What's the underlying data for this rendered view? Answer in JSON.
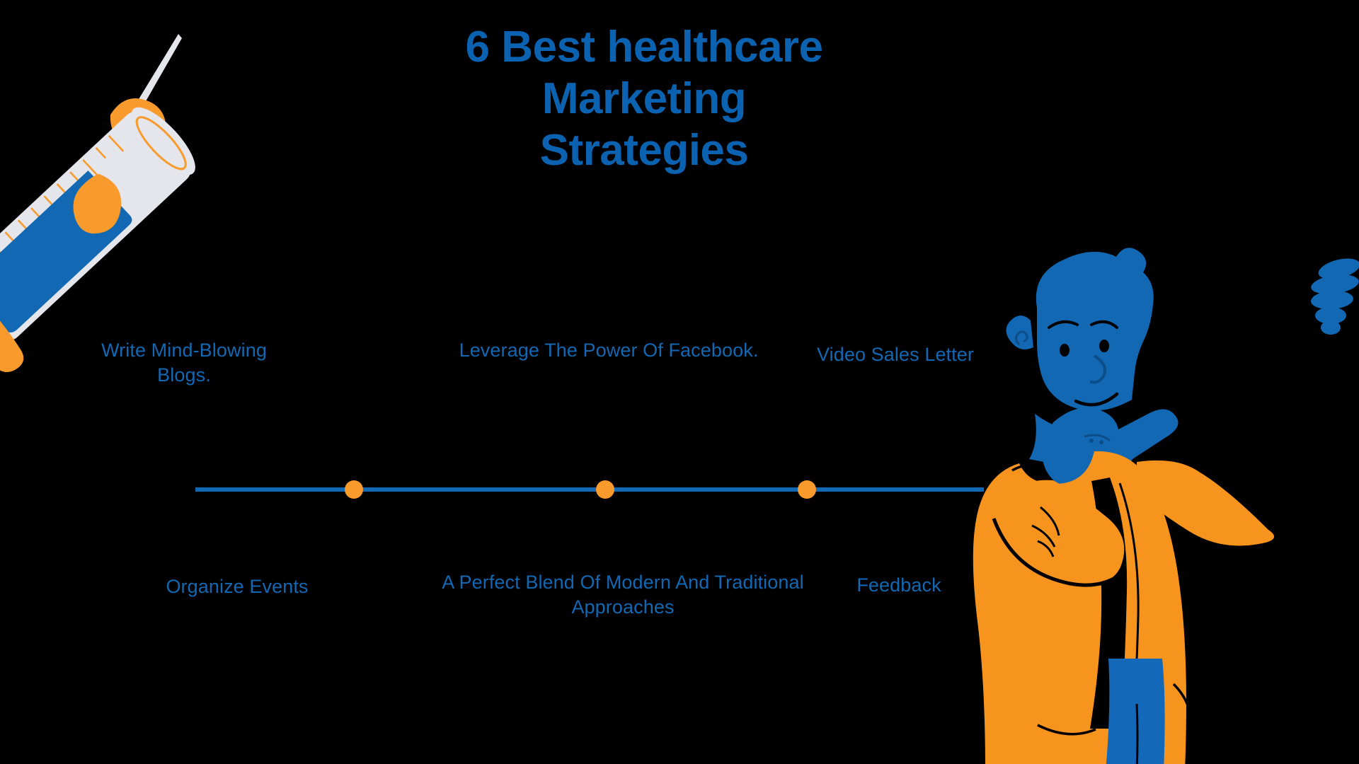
{
  "background_color": "#000000",
  "theme": {
    "title_blue": "#0B62B0",
    "label_blue": "#1268B3",
    "accent_orange": "#F99A2D",
    "jacket_orange": "#F7941E",
    "syringe_body_gray": "#E4E6EC",
    "line_blue": "#1268B3"
  },
  "title": {
    "line1": "6 Best healthcare",
    "line2": "Marketing",
    "line3": "Strategies",
    "full": "6 Best healthcare Marketing Strategies"
  },
  "timeline": {
    "orientation": "horizontal",
    "dot_count": 3,
    "dot_color": "#F99A2D",
    "line_color": "#1268B3",
    "labels_above": [
      "Write Mind-Blowing Blogs.",
      "Leverage The Power Of Facebook.",
      "Video Sales Letter"
    ],
    "labels_below": [
      "Organize Events",
      "A Perfect Blend Of Modern And Traditional Approaches",
      "Feedback"
    ]
  },
  "strategies": [
    {
      "index": 1,
      "label": "Write Mind-Blowing Blogs.",
      "position": "above"
    },
    {
      "index": 2,
      "label": "Organize Events",
      "position": "below"
    },
    {
      "index": 3,
      "label": "Leverage The Power Of Facebook.",
      "position": "above"
    },
    {
      "index": 4,
      "label": "A Perfect Blend Of Modern And Traditional Approaches",
      "position": "below"
    },
    {
      "index": 5,
      "label": "Video Sales Letter",
      "position": "above"
    },
    {
      "index": 6,
      "label": "Feedback",
      "position": "below"
    }
  ],
  "illustrations": {
    "syringe": {
      "name": "syringe-illustration",
      "position": "top-left",
      "rotation_deg": 48,
      "parts": [
        "needle",
        "barrel",
        "blue-liquid",
        "orange-cap",
        "orange-plunger",
        "orange-flange"
      ]
    },
    "person": {
      "name": "thinking-man-illustration",
      "position": "right",
      "pose": "hand-on-chin",
      "skin_color": "#1268B3",
      "clothing_color": "#F7941E"
    },
    "coil": {
      "name": "lightbulb-coil-icon",
      "position": "right-edge",
      "color": "#1268B3",
      "clipped": true
    }
  }
}
